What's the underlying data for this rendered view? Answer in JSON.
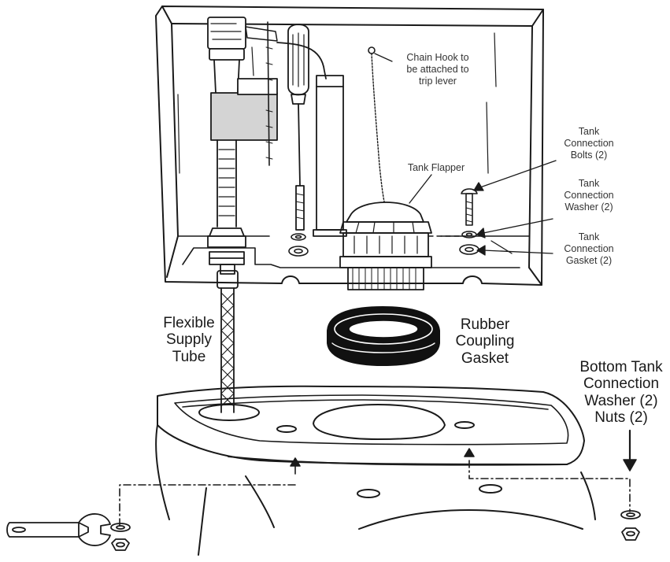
{
  "labels": {
    "chain_hook": [
      "Chain Hook to",
      "be attached to",
      "trip lever"
    ],
    "tank_flapper": [
      "Tank Flapper"
    ],
    "tank_connection_bolts": [
      "Tank",
      "Connection",
      "Bolts (2)"
    ],
    "tank_connection_washer": [
      "Tank",
      "Connection",
      "Washer (2)"
    ],
    "tank_connection_gasket": [
      "Tank",
      "Connection",
      "Gasket (2)"
    ],
    "flexible_supply_tube": [
      "Flexible",
      "Supply",
      "Tube"
    ],
    "rubber_coupling_gasket": [
      "Rubber",
      "Coupling",
      "Gasket"
    ],
    "bottom_tank_connection": [
      "Bottom Tank",
      "Connection",
      "Washer (2)",
      "Nuts (2)"
    ]
  },
  "colors": {
    "line": "#1a1a1a",
    "fill_valve_gray": "#d4d4d4",
    "gasket": "#111111",
    "background": "#ffffff"
  }
}
